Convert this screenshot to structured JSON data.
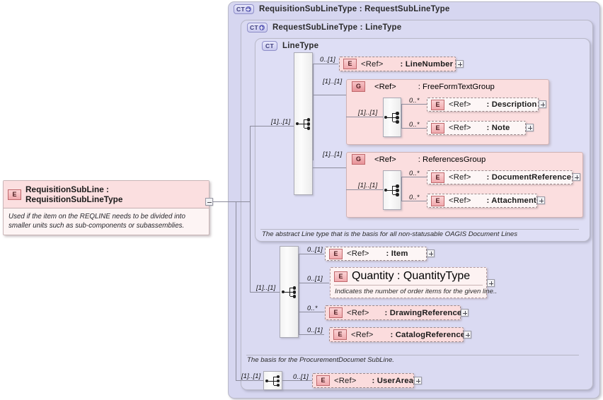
{
  "diagram": {
    "title": "RequisitionSubLine XSD element diagram",
    "type": "xml-schema-element-diagram"
  },
  "root_element": {
    "badge": "E",
    "badge_name": "element-badge",
    "label": "RequisitionSubLine : RequisitionSubLineType",
    "documentation": "Used if the item on the REQLINE needs to be divided into smaller units such as sub-components or subassemblies.",
    "collapse_control": "minus-expander"
  },
  "containers": [
    {
      "badge": "CT+",
      "title": "RequisitionSubLineType : RequestSubLineType",
      "level": 1
    },
    {
      "badge": "CT+",
      "title": "RequestSubLineType : LineType",
      "level": 2
    },
    {
      "badge": "CT",
      "title": "LineType",
      "level": 3
    }
  ],
  "line_type_annotation": "The abstract Line type that is the basis for all non-statusable OAGIS Document Lines",
  "sub_line_annotation": "The basis for the ProcurementDocumet SubLine.",
  "line_type_children": [
    {
      "cardinality": "0..[1]",
      "badge": "E",
      "ref": "<Ref>",
      "label": ": LineNumber",
      "style": "dashed",
      "expander": "plus"
    },
    {
      "cardinality": "[1]..[1]",
      "badge": "G",
      "ref": "<Ref>",
      "label": ": FreeFormTextGroup",
      "style": "group",
      "inner_cardinality": "[1]..[1]",
      "children": [
        {
          "cardinality": "0..*",
          "badge": "E",
          "ref": "<Ref>",
          "label": ": Description",
          "style": "dashed",
          "expander": "plus"
        },
        {
          "cardinality": "0..*",
          "badge": "E",
          "ref": "<Ref>",
          "label": ": Note",
          "style": "dashed",
          "expander": "plus"
        }
      ]
    },
    {
      "cardinality": "[1]..[1]",
      "badge": "G",
      "ref": "<Ref>",
      "label": ": ReferencesGroup",
      "style": "group",
      "inner_cardinality": "[1]..[1]",
      "children": [
        {
          "cardinality": "0..*",
          "badge": "E",
          "ref": "<Ref>",
          "label": ": DocumentReference",
          "style": "dashed",
          "expander": "plus"
        },
        {
          "cardinality": "0..*",
          "badge": "E",
          "ref": "<Ref>",
          "label": ": Attachment",
          "style": "dashed",
          "expander": "plus"
        }
      ]
    }
  ],
  "sub_line_children": [
    {
      "cardinality": "0..[1]",
      "badge": "E",
      "ref": "<Ref>",
      "label": ": Item",
      "style": "dashed",
      "expander": "plus"
    },
    {
      "cardinality": "0..[1]",
      "badge": "E",
      "ref": "",
      "label": "Quantity : QuantityType",
      "style": "documented",
      "documentation": "Indicates the number of order items for the given line..",
      "expander": "plus"
    },
    {
      "cardinality": "0..*",
      "badge": "E",
      "ref": "<Ref>",
      "label": ": DrawingReference",
      "style": "dashed",
      "expander": "plus"
    },
    {
      "cardinality": "0..[1]",
      "badge": "E",
      "ref": "<Ref>",
      "label": ": CatalogReference",
      "style": "dashed",
      "expander": "plus"
    }
  ],
  "user_area": {
    "branch_cardinality": "[1]..[1]",
    "cardinality": "0..[1]",
    "badge": "E",
    "ref": "<Ref>",
    "label": ": UserArea",
    "style": "dashed",
    "expander": "plus"
  },
  "branch_cardinalities": {
    "line_type_sequence": "[1]..[1]",
    "sub_line_sequence": "[1]..[1]"
  },
  "colors": {
    "container_fill": "#d8d8f2",
    "node_fill": "#fbdcdd",
    "group_fill": "#fbdedf",
    "badge_element": "#f0a9ad",
    "line": "#8c8c9c"
  }
}
